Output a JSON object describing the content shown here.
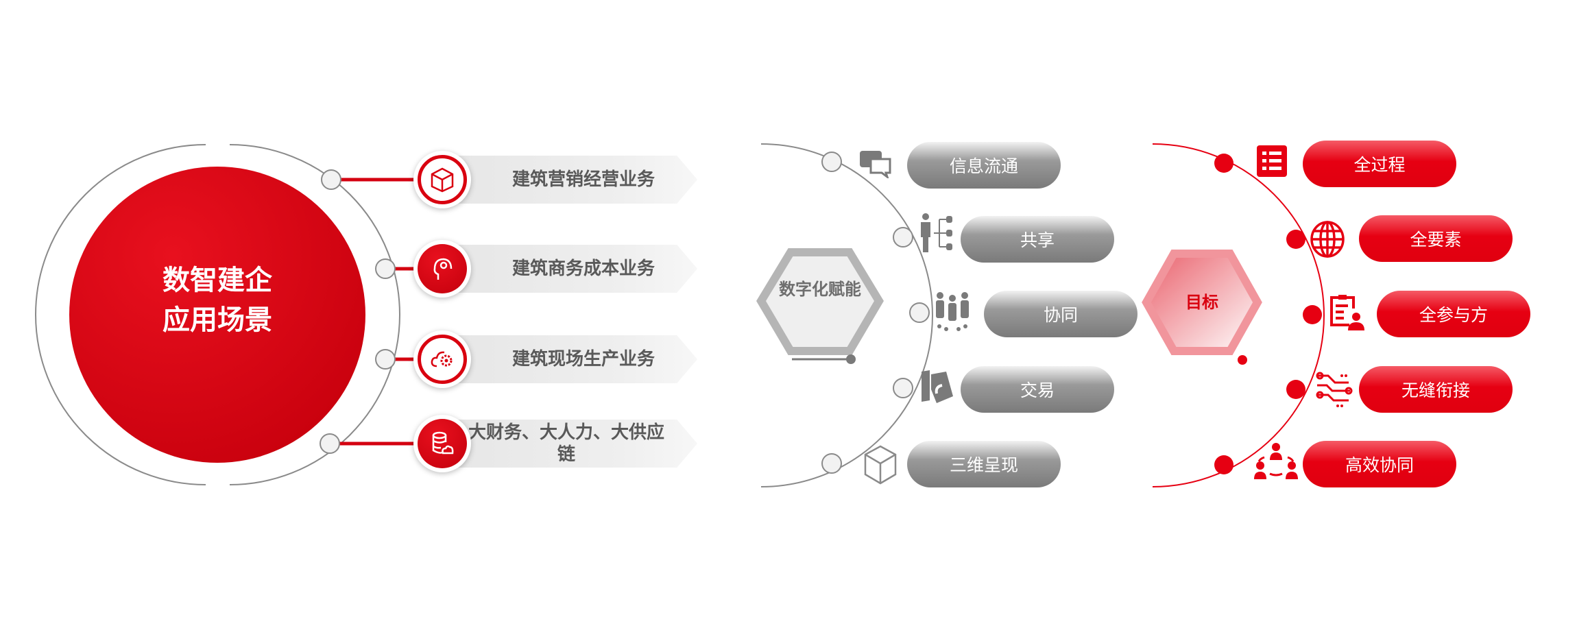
{
  "center": {
    "line1": "数智建企",
    "line2": "应用场景"
  },
  "scenarios": [
    {
      "label": "建筑营销经营业务",
      "icon": "cube-icon"
    },
    {
      "label": "建筑商务成本业务",
      "icon": "head-icon"
    },
    {
      "label": "建筑现场生产业务",
      "icon": "cloud-gear-icon"
    },
    {
      "label": "大财务、大人力、大供应链",
      "icon": "database-cloud-icon"
    }
  ],
  "enablement": {
    "hex_label": "数字化赋能",
    "items": [
      {
        "label": "信息流通",
        "icon": "chat-icon"
      },
      {
        "label": "共享",
        "icon": "share-person-icon"
      },
      {
        "label": "协同",
        "icon": "team-icon"
      },
      {
        "label": "交易",
        "icon": "transaction-icon"
      },
      {
        "label": "三维呈现",
        "icon": "3d-cube-icon"
      }
    ]
  },
  "goals": {
    "hex_label": "目标",
    "items": [
      {
        "label": "全过程",
        "icon": "list-icon"
      },
      {
        "label": "全要素",
        "icon": "globe-icon"
      },
      {
        "label": "全参与方",
        "icon": "clipboard-user-icon"
      },
      {
        "label": "无缝衔接",
        "icon": "circuit-icon"
      },
      {
        "label": "高效协同",
        "icon": "collaboration-icon"
      }
    ]
  },
  "colors": {
    "red": "#e60012",
    "gray": "#7d7d7d",
    "text_gray": "#595959"
  }
}
